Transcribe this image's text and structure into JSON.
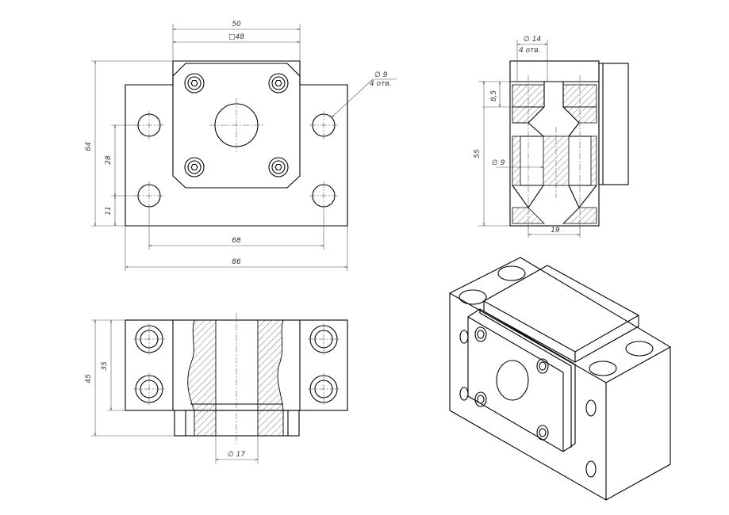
{
  "drawing": {
    "front_view": {
      "dim_top_width": "50",
      "dim_square": "□48",
      "dim_hole_dia": "∅ 9",
      "dim_hole_count": "4 отв.",
      "dim_height": "64",
      "dim_hole_spacing_v": "28",
      "dim_hole_offset": "11",
      "dim_hole_spacing_h": "68",
      "dim_total_width": "86"
    },
    "side_view": {
      "dim_cbore_dia": "∅ 14",
      "dim_cbore_count": "4 отв.",
      "dim_cbore_depth": "8,5",
      "dim_height": "55",
      "dim_hole_dia": "∅ 9",
      "dim_width": "19"
    },
    "top_view": {
      "dim_total_height": "45",
      "dim_body_height": "35",
      "dim_bore_dia": "∅ 17"
    }
  }
}
